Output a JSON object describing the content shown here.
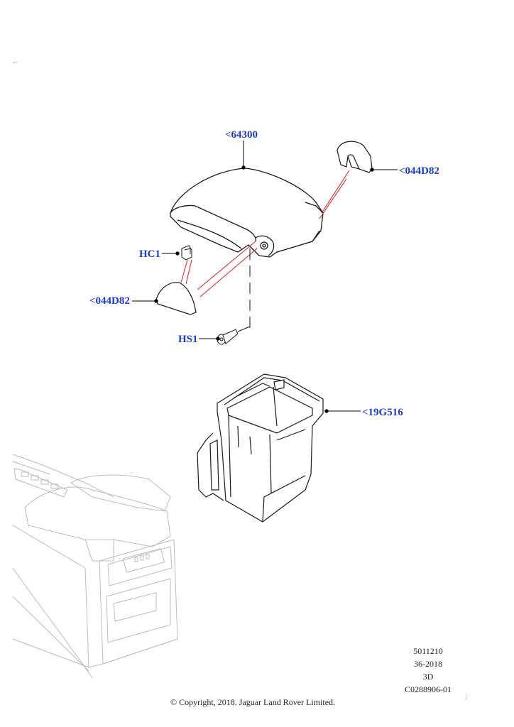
{
  "callouts": [
    {
      "id": "armrest",
      "label": "<64300"
    },
    {
      "id": "hinge-cover-right",
      "label": "<044D82"
    },
    {
      "id": "clip",
      "label": "HC1"
    },
    {
      "id": "hinge-cover-left",
      "label": "<044D82"
    },
    {
      "id": "screw",
      "label": "HS1"
    },
    {
      "id": "storage-bin",
      "label": "<19G516"
    }
  ],
  "footer": {
    "line1": "5011210",
    "line2": "36-2018",
    "line3": "3D",
    "line4": "C0288906-01"
  },
  "copyright": "© Copyright, 2018. Jaguar Land Rover Limited.",
  "colors": {
    "callout": "#1a3ccc",
    "leader": "#000000",
    "red_guide": "#e02020",
    "outline": "#1a1a1a",
    "ghost": "#bbbbbb"
  }
}
